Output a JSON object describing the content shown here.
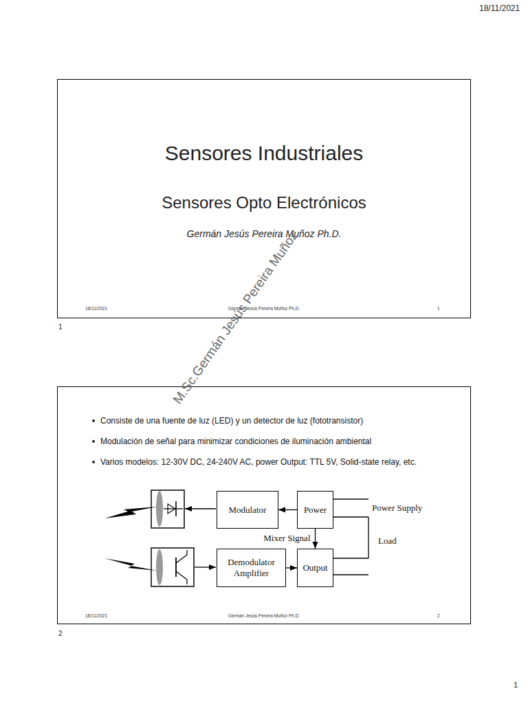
{
  "diagram": {
    "nodes": [
      {
        "text": [
          "Sensores Industriales",
          "Sensores Opto Electrónicos",
          "Germán Jesús Pereira Muñoz Ph.D.",
          "18/11/2021",
          "Germán Jesús Pereira Muñoz Ph.D.",
          "1"
        ]
      },
      {
        "text": [
          "Consiste de una fuente de luz (LED) y un detector de luz (fototransistor)",
          "Modulación de señal para minimizar condiciones de iluminación ambiental",
          "Varios modelos: 12-30V DC, 24-240V AC, power Output: TTL 5V, Solid-state relay, etc.",
          "18/11/2021",
          "Germán Jesús Pereira Muñoz Ph.D.",
          "2"
        ]
      },
      {
        "text": [
          "Modulator"
        ],
        "in": 1
      },
      {
        "text": [
          "Power"
        ],
        "in": 1
      },
      {
        "text": [
          "Demodulator Amplifier"
        ],
        "in": 1
      },
      {
        "text": [
          "Output"
        ],
        "in": 1
      }
    ],
    "edges": [
      {
        "from": 3,
        "to": 2,
        "arrow": "to"
      },
      {
        "from": 3,
        "to": 5,
        "label": "Mixer Signal",
        "arrow": "to"
      },
      {
        "from": 4,
        "to": 5,
        "arrow": "to"
      }
    ],
    "labels": [
      "18/11/2021",
      "M.Sc.Germán Jesús Pereira Muñoz",
      "1",
      "Power Supply",
      "Load",
      "2",
      "1"
    ]
  }
}
